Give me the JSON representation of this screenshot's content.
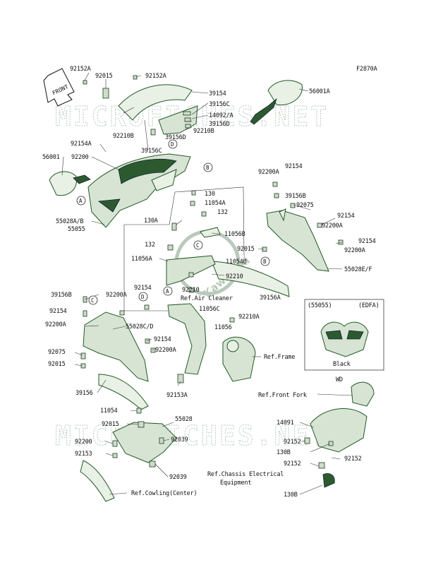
{
  "figure_code": "F2870A",
  "front_arrow_text": "FRONT",
  "watermark_text": "MICROFICHES.NET",
  "center_watermark_text": "Kawasaki",
  "parts": {
    "p92152A_top": "92152A",
    "p92015_top": "92015",
    "p92152A_mid": "92152A",
    "p39154": "39154",
    "p39156C_a": "39156C",
    "p14092A": "14092/A",
    "p39156D_a": "39156D",
    "p92210B_a": "92210B",
    "p92210B_b": "92210B",
    "p39156D_b": "39156D",
    "p39156C_b": "39156C",
    "p56001A": "56001A",
    "p92154A": "92154A",
    "p56001": "56001",
    "p92200": "92200",
    "p55028AB": "55028A/B",
    "p55055": "55055",
    "p92200A_r1": "92200A",
    "p92154_r1": "92154",
    "p39156B_r": "39156B",
    "p92075_r": "92075",
    "p92154_r2": "92154",
    "p92200A_r2": "92200A",
    "p92154_r3": "92154",
    "p92200A_r3": "92200A",
    "p55028EF": "55028E/F",
    "p130": "130",
    "p11054A": "11054A",
    "p132_a": "132",
    "p130A": "130A",
    "p11056B": "11056B",
    "p132_b": "132",
    "p92015_c": "92015",
    "p11056A": "11056A",
    "p11054B": "11054B",
    "p92210_a": "92210",
    "p92210_b": "92210",
    "p39156A": "39156A",
    "p39156B_l": "39156B",
    "p92200A_l1": "92200A",
    "p92154_l1": "92154",
    "p92154_l2": "92154",
    "p92200A_l2": "92200A",
    "p55028CD": "55028C/D",
    "p11056C": "11056C",
    "p92210A": "92210A",
    "p11056": "11056",
    "p92154_c": "92154",
    "p92200A_c": "92200A",
    "p92075_l": "92075",
    "p92015_l": "92015",
    "p39156_l": "39156",
    "p92153A": "92153A",
    "p11054": "11054",
    "p55028": "55028",
    "p92015_b": "92015",
    "p92200_b": "92200",
    "p92153": "92153",
    "p92039_a": "92039",
    "p92039_b": "92039",
    "p14091": "14091",
    "p92152_r1": "92152",
    "p130B_a": "130B",
    "p92152_r2": "92152",
    "p92152_r3": "92152",
    "p130B_b": "130B"
  },
  "refs": {
    "air_cleaner": "Ref.Air Cleaner",
    "frame": "Ref.Frame",
    "front_fork": "Ref.Front Fork",
    "chassis_line1": "Ref.Chassis Electrical",
    "chassis_line2": "Equipment",
    "cowling_center": "Ref.Cowling(Center)"
  },
  "inset": {
    "left_label": "(55055)",
    "right_label": "(EDFA)",
    "caption": "Black"
  },
  "wd_label": "WD",
  "callouts": [
    "A",
    "B",
    "C",
    "D"
  ]
}
